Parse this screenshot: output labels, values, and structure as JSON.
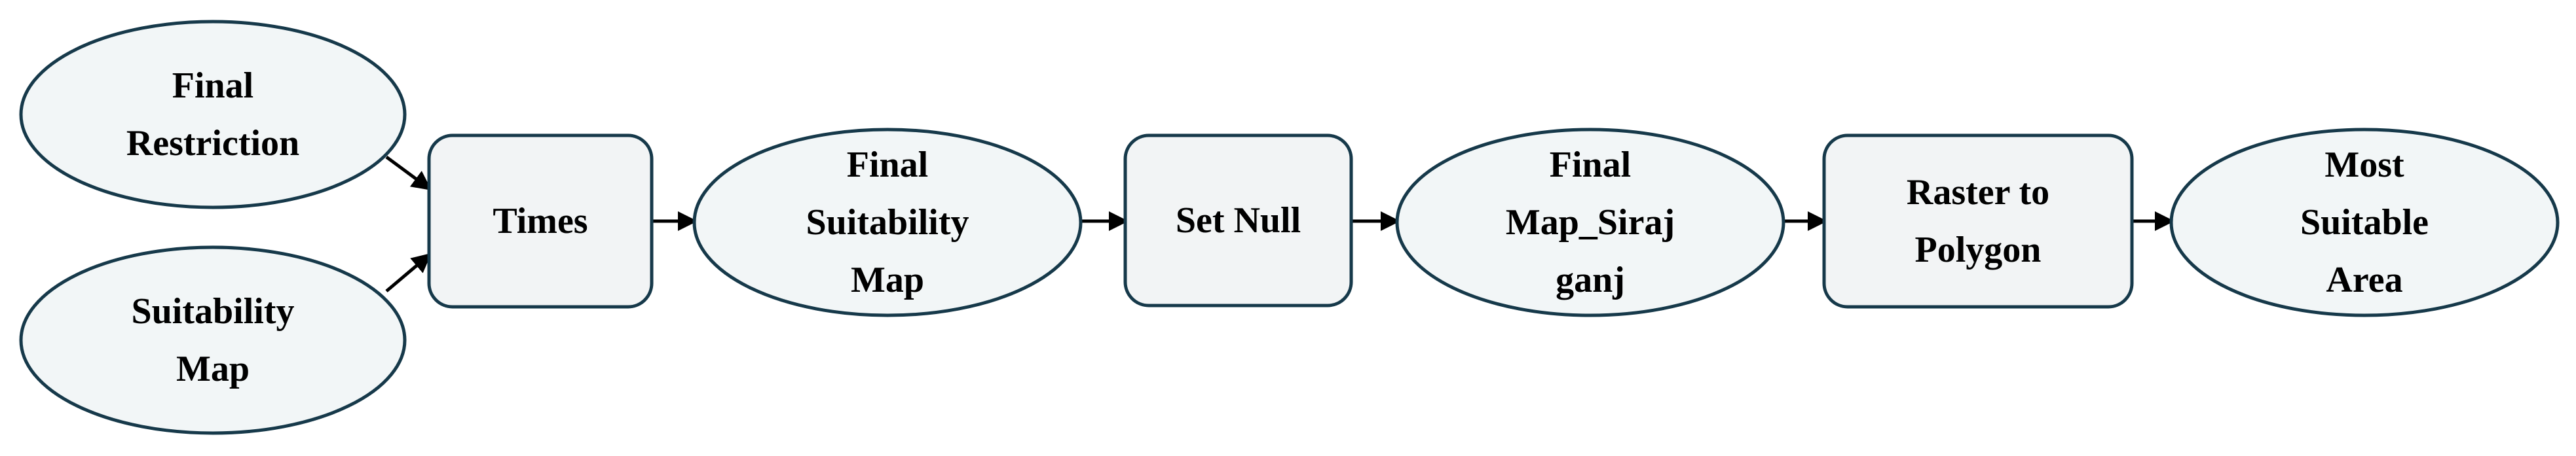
{
  "colors": {
    "node_stroke": "#16394a",
    "node_fill": "#f2f6f7",
    "text": "#000000",
    "arrow": "#000000",
    "background": "#ffffff"
  },
  "nodes": [
    {
      "id": "final-restriction",
      "shape": "ellipse",
      "lines": [
        "Final",
        "Restriction"
      ]
    },
    {
      "id": "suitability-map",
      "shape": "ellipse",
      "lines": [
        "Suitability",
        "Map"
      ]
    },
    {
      "id": "times",
      "shape": "rounded-rectangle",
      "lines": [
        "Times"
      ]
    },
    {
      "id": "final-suitability-map",
      "shape": "ellipse",
      "lines": [
        "Final",
        "Suitability",
        "Map"
      ]
    },
    {
      "id": "set-null",
      "shape": "rounded-rectangle",
      "lines": [
        "Set Null"
      ]
    },
    {
      "id": "final-map-sirajganj",
      "shape": "ellipse",
      "lines": [
        "Final",
        "Map_Siraj",
        "ganj"
      ]
    },
    {
      "id": "raster-to-polygon",
      "shape": "rounded-rectangle",
      "lines": [
        "Raster to",
        "Polygon"
      ]
    },
    {
      "id": "most-suitable-area",
      "shape": "ellipse",
      "lines": [
        "Most",
        "Suitable",
        "Area"
      ]
    }
  ],
  "edges": [
    {
      "from": "final-restriction",
      "to": "times"
    },
    {
      "from": "suitability-map",
      "to": "times"
    },
    {
      "from": "times",
      "to": "final-suitability-map"
    },
    {
      "from": "final-suitability-map",
      "to": "set-null"
    },
    {
      "from": "set-null",
      "to": "final-map-sirajganj"
    },
    {
      "from": "final-map-sirajganj",
      "to": "raster-to-polygon"
    },
    {
      "from": "raster-to-polygon",
      "to": "most-suitable-area"
    }
  ]
}
